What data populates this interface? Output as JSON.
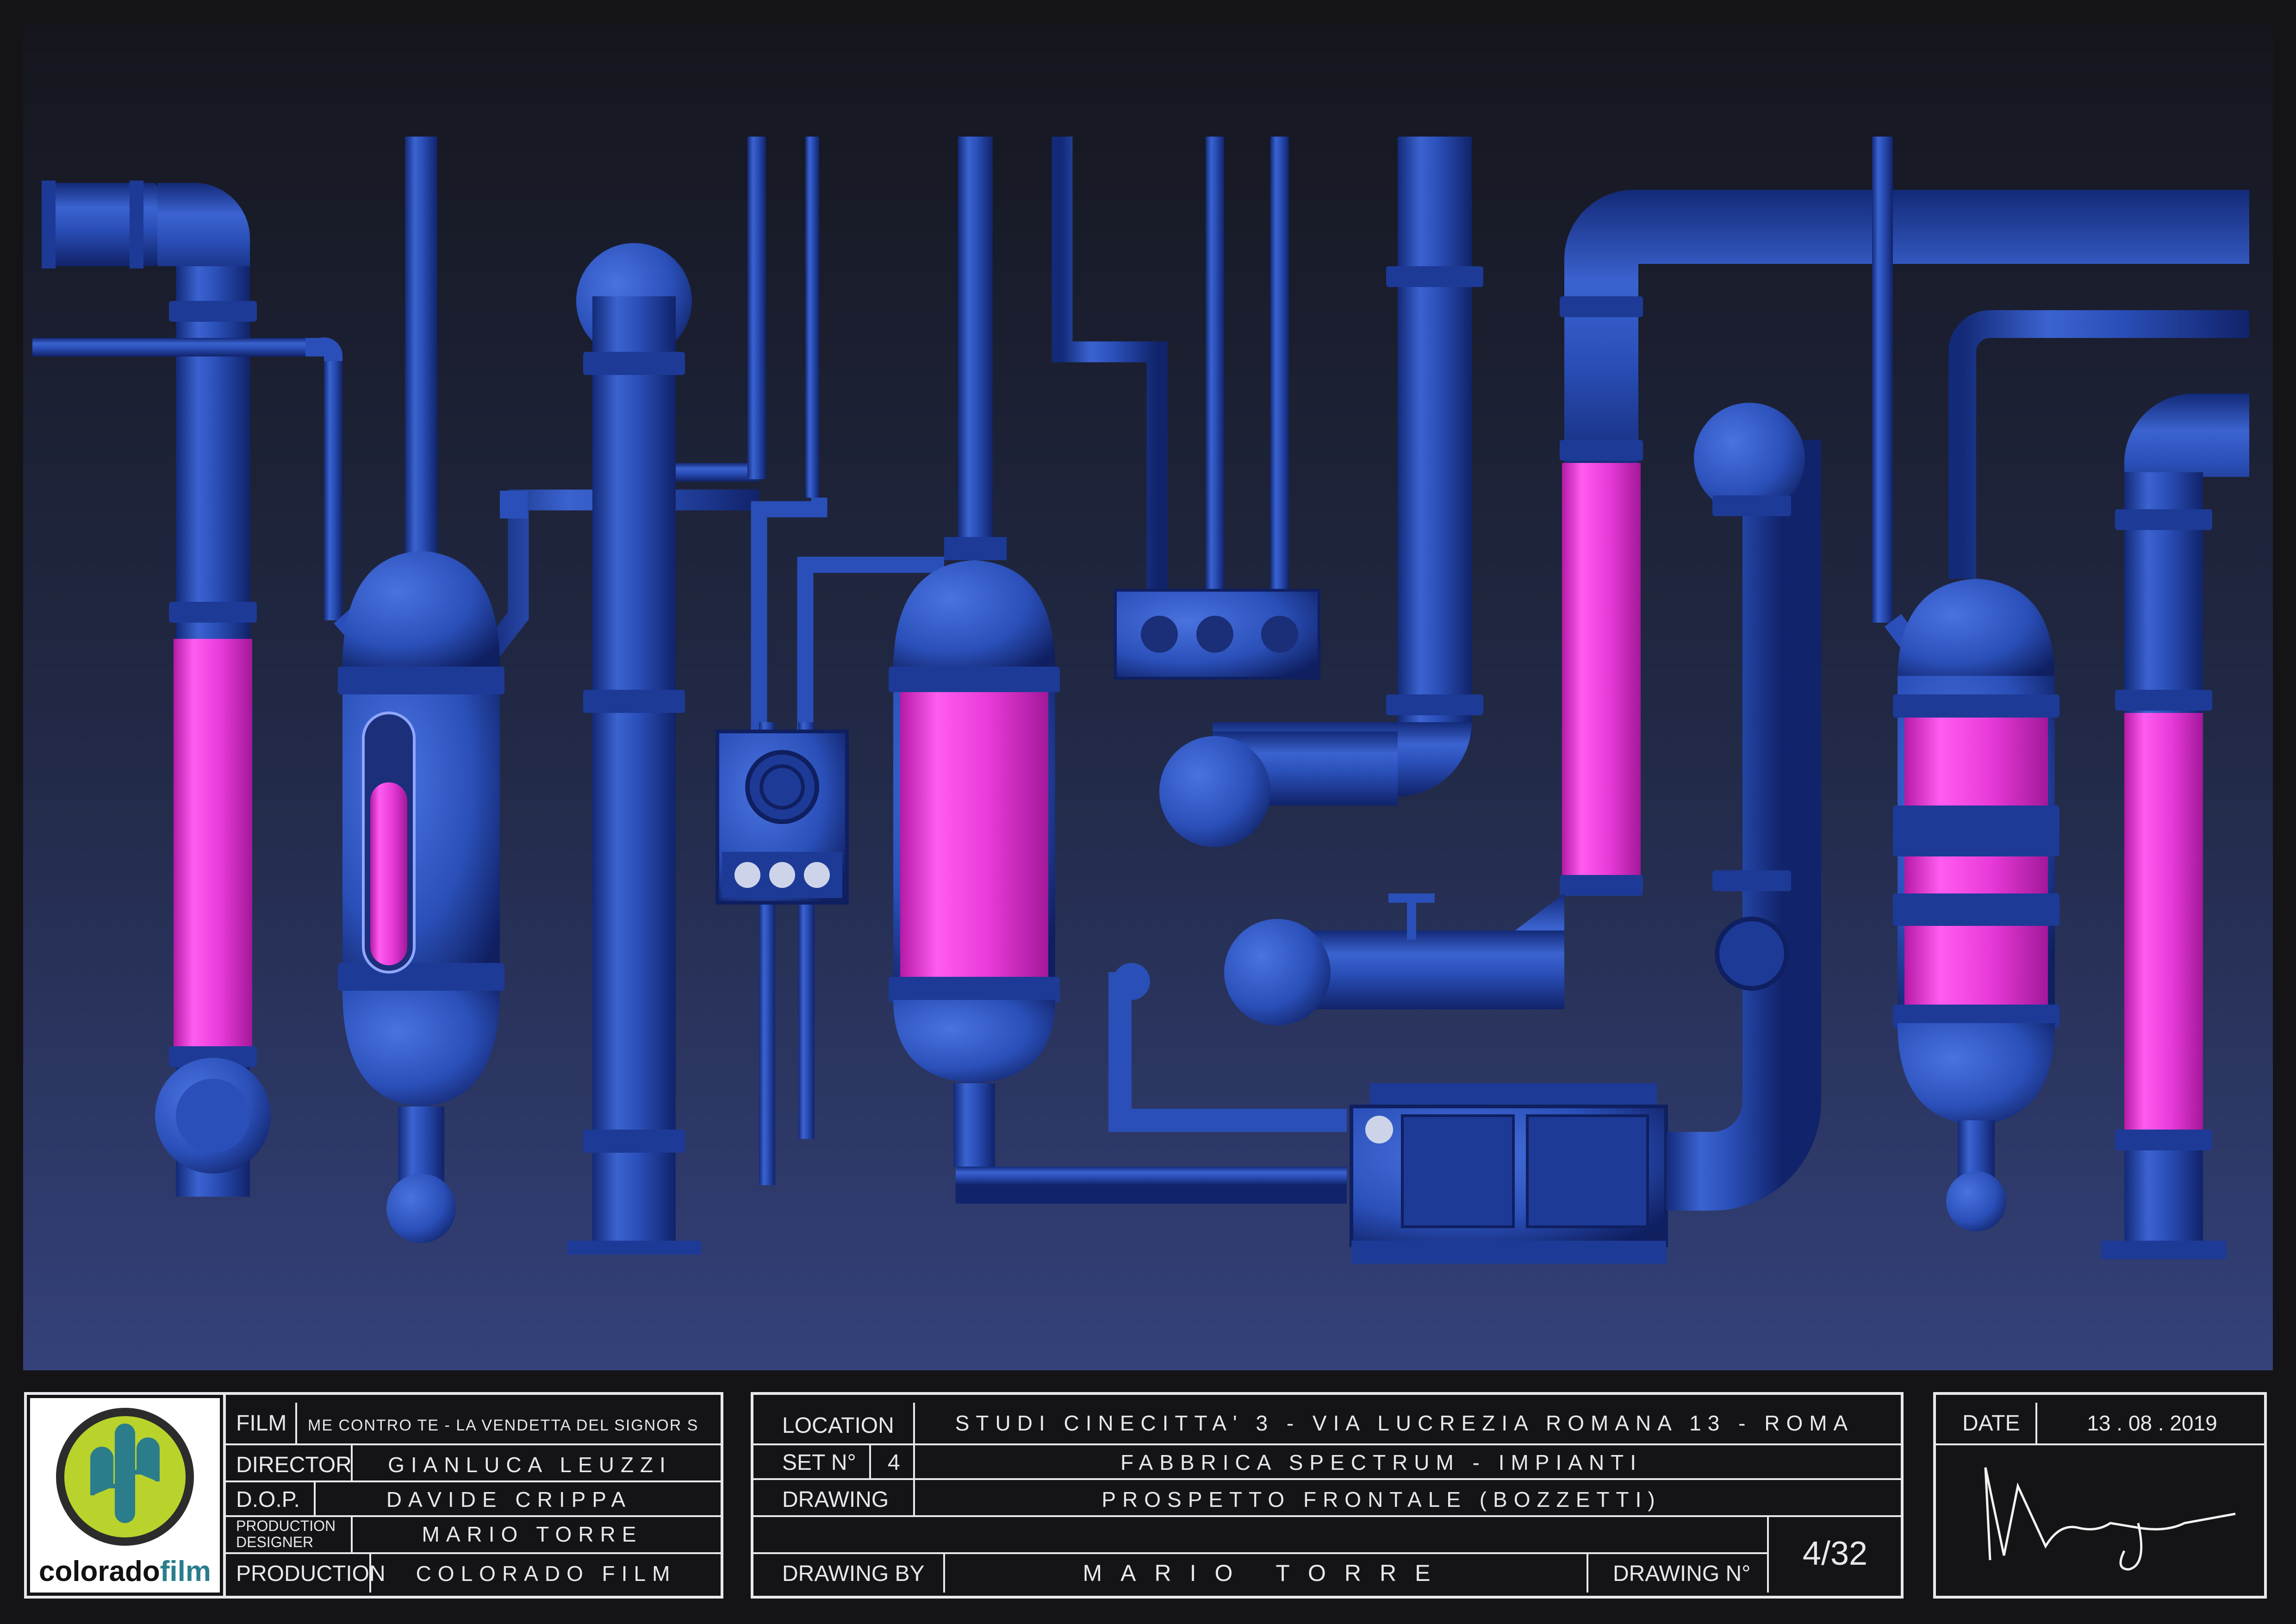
{
  "drawing": {
    "fluid_color": "#e83ad8",
    "pipe_color": "#2a4fb8",
    "pipe_dark": "#1a2f78",
    "background_top": "#16171f",
    "background_bottom": "#2f3f72"
  },
  "title_block": {
    "logo": {
      "brand_part1": "colorado",
      "brand_part2": "film",
      "icon": "cactus-icon"
    },
    "film_label": "FILM",
    "film_value": "ME CONTRO TE - LA VENDETTA DEL SIGNOR S",
    "director_label": "DIRECTOR",
    "director_value": "GIANLUCA LEUZZI",
    "dop_label": "D.O.P.",
    "dop_value": "DAVIDE CRIPPA",
    "production_designer_label_1": "PRODUCTION",
    "production_designer_label_2": "DESIGNER",
    "production_designer_value": "MARIO TORRE",
    "production_label": "PRODUCTION",
    "production_value": "COLORADO FILM",
    "location_label": "LOCATION",
    "location_value": "STUDI CINECITTA' 3 - VIA LUCREZIA ROMANA 13 - ROMA",
    "set_label": "SET N°",
    "set_number": "4",
    "set_value": "FABBRICA SPECTRUM - IMPIANTI",
    "drawing_label": "DRAWING",
    "drawing_value": "PROSPETTO FRONTALE (BOZZETTI)",
    "drawing_by_label": "DRAWING BY",
    "drawing_by_value": "MARIO TORRE",
    "drawing_number_label": "DRAWING N°",
    "drawing_number_value": "4/32",
    "date_label": "DATE",
    "date_value": "13 . 08 . 2019"
  }
}
